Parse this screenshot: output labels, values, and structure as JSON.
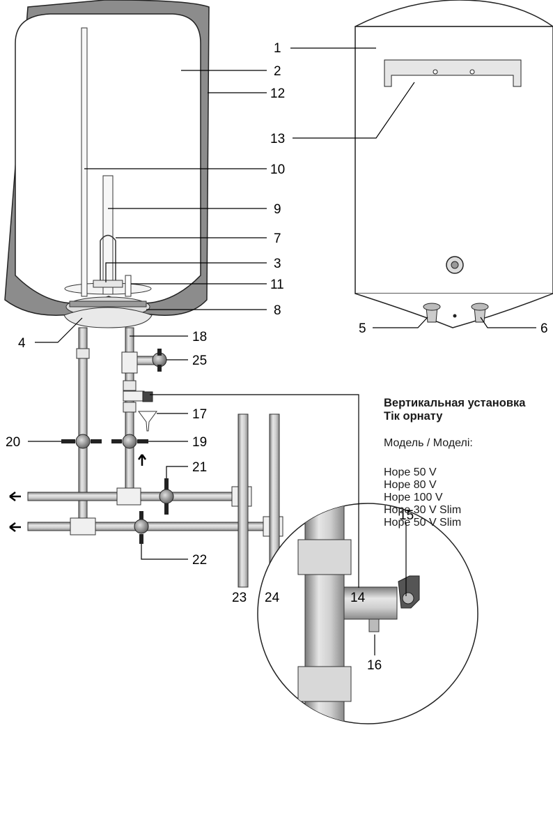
{
  "callouts": {
    "c1": "1",
    "c2": "2",
    "c3": "3",
    "c4": "4",
    "c5": "5",
    "c6": "6",
    "c7": "7",
    "c8": "8",
    "c9": "9",
    "c10": "10",
    "c11": "11",
    "c12": "12",
    "c13": "13",
    "c14": "14",
    "c15": "15",
    "c16": "16",
    "c17": "17",
    "c18": "18",
    "c19": "19",
    "c20": "20",
    "c21": "21",
    "c22": "22",
    "c23": "23",
    "c24": "24",
    "c25": "25"
  },
  "caption": {
    "title_line1": "Вертикальная установка",
    "title_line2": "Тік орнату",
    "models_label": "Модель / Моделі:",
    "models": [
      "Hope 50 V",
      "Hope 80 V",
      "Hope 100 V",
      "Hope 30 V Slim",
      "Hope 50 V Slim"
    ]
  }
}
